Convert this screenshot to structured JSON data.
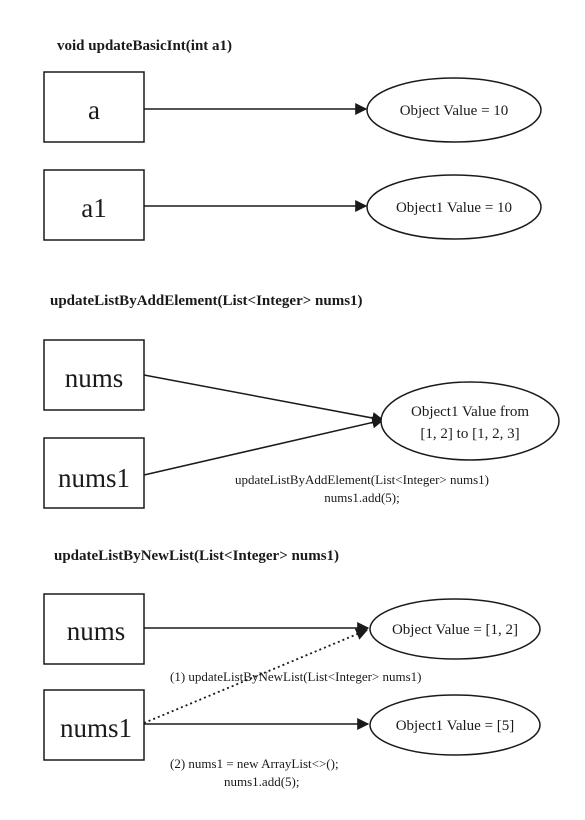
{
  "section1": {
    "title": "void updateBasicInt(int a1)",
    "box_a": "a",
    "box_a1": "a1",
    "oval_a": "Object Value = 10",
    "oval_a1": "Object1 Value = 10"
  },
  "section2": {
    "title": "updateListByAddElement(List<Integer> nums1)",
    "box_nums": "nums",
    "box_nums1": "nums1",
    "oval_line1": "Object1 Value from",
    "oval_line2": "[1, 2] to [1, 2, 3]",
    "note_line1": "updateListByAddElement(List<Integer> nums1)",
    "note_line2": "nums1.add(5);"
  },
  "section3": {
    "title": "updateListByNewList(List<Integer> nums1)",
    "box_nums": "nums",
    "box_nums1": "nums1",
    "oval_top": "Object Value = [1, 2]",
    "oval_bottom": "Object1 Value = [5]",
    "note1": "(1)  updateListByNewList(List<Integer> nums1)",
    "note2_line1": "(2)  nums1 = new ArrayList<>();",
    "note2_line2": "nums1.add(5);"
  }
}
